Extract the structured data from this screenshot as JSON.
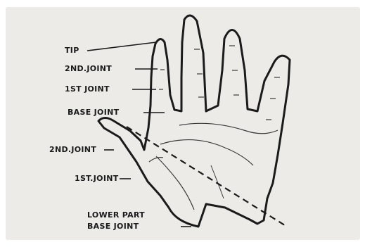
{
  "diagram": {
    "labels": {
      "tip": "TIP",
      "finger_2nd_joint": "2ND.JOINT",
      "finger_1st_joint": "1ST JOINT",
      "finger_base_joint": "BASE JOINT",
      "thumb_2nd_joint": "2ND.JOINT",
      "thumb_1st_joint": "1ST.JOINT",
      "thumb_lower_part_line1": "LOWER PART",
      "thumb_lower_part_line2": "BASE JOINT"
    },
    "colors": {
      "ink": "#1b1b1b",
      "paper": "#ecebe8",
      "background": "#ffffff"
    }
  }
}
